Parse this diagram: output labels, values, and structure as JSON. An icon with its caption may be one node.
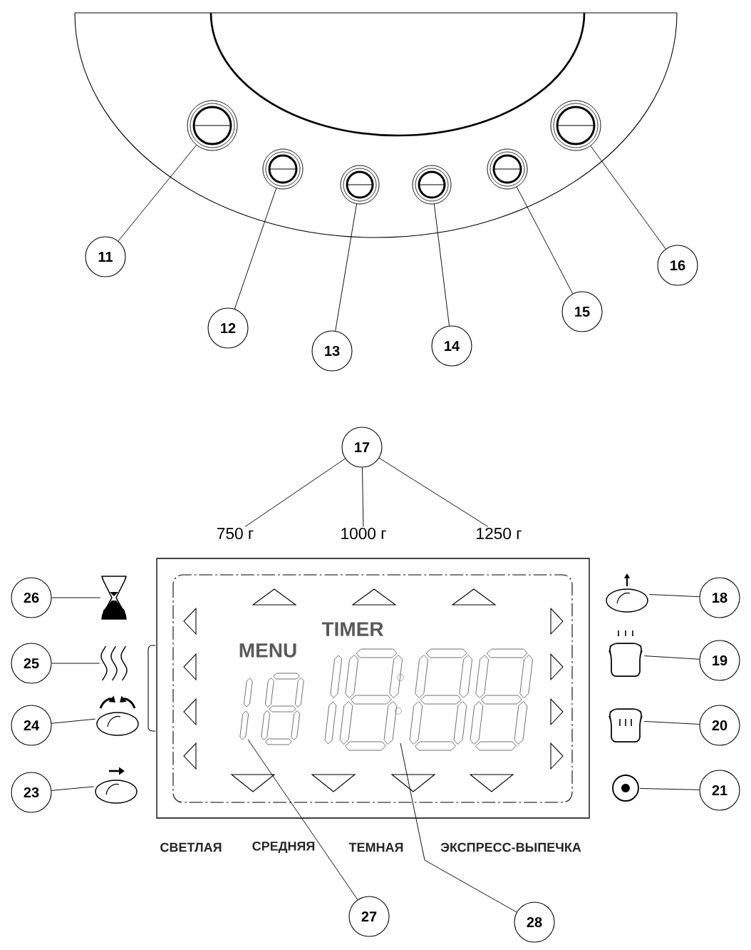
{
  "diagram": {
    "nodes": [
      {
        "text": [],
        "shape": "button"
      },
      {
        "text": [],
        "shape": "button"
      },
      {
        "text": [],
        "shape": "button"
      },
      {
        "text": [],
        "shape": "button"
      },
      {
        "text": [],
        "shape": "button"
      },
      {
        "text": [],
        "shape": "button"
      },
      {
        "text": [
          "11"
        ]
      },
      {
        "text": [
          "12"
        ]
      },
      {
        "text": [
          "13"
        ]
      },
      {
        "text": [
          "14"
        ]
      },
      {
        "text": [
          "15"
        ]
      },
      {
        "text": [
          "16"
        ]
      },
      {
        "text": [
          "17"
        ]
      },
      {
        "text": [
          "750 г"
        ]
      },
      {
        "text": [
          "1000 г"
        ]
      },
      {
        "text": [
          "1250 г"
        ]
      },
      {
        "text": [
          "26"
        ]
      },
      {
        "text": [],
        "shape": "hourglass"
      },
      {
        "text": [],
        "shape": "bread"
      },
      {
        "text": [
          "18"
        ]
      },
      {
        "text": [
          "25"
        ]
      },
      {
        "text": [],
        "shape": "steam"
      },
      {
        "text": [],
        "shape": "toast"
      },
      {
        "text": [
          "19"
        ]
      },
      {
        "text": [
          "24"
        ]
      },
      {
        "text": [],
        "shape": "bread"
      },
      {
        "text": [],
        "shape": "toast"
      },
      {
        "text": [
          "20"
        ]
      },
      {
        "text": [
          "23"
        ]
      },
      {
        "text": [],
        "shape": "bread"
      },
      {
        "text": [],
        "shape": "circle"
      },
      {
        "text": [
          "21"
        ]
      },
      {
        "text": [
          "27"
        ]
      },
      {
        "text": [
          "28"
        ]
      }
    ],
    "edges": [
      {
        "from": 6,
        "to": 0,
        "arrow": "none"
      },
      {
        "from": 7,
        "to": 1,
        "arrow": "none"
      },
      {
        "from": 8,
        "to": 2,
        "arrow": "none"
      },
      {
        "from": 9,
        "to": 3,
        "arrow": "none"
      },
      {
        "from": 10,
        "to": 4,
        "arrow": "none"
      },
      {
        "from": 11,
        "to": 5,
        "arrow": "none"
      },
      {
        "from": 12,
        "to": 13,
        "arrow": "none"
      },
      {
        "from": 12,
        "to": 14,
        "arrow": "none"
      },
      {
        "from": 12,
        "to": 15,
        "arrow": "none"
      },
      {
        "from": 16,
        "to": 17,
        "arrow": "none"
      },
      {
        "from": 19,
        "to": 18,
        "arrow": "none"
      },
      {
        "from": 20,
        "to": 21,
        "arrow": "none"
      },
      {
        "from": 23,
        "to": 22,
        "arrow": "none"
      },
      {
        "from": 24,
        "to": 25,
        "arrow": "none"
      },
      {
        "from": 27,
        "to": 26,
        "arrow": "none"
      },
      {
        "from": 28,
        "to": 29,
        "arrow": "none"
      },
      {
        "from": 31,
        "to": 30,
        "arrow": "none"
      },
      {
        "from": 32,
        "to": null,
        "arrow": "none"
      },
      {
        "from": 33,
        "to": null,
        "arrow": "none"
      }
    ],
    "labels": [
      "TIMER",
      "MENU",
      "СВЕТЛАЯ",
      "СРЕДНЯЯ",
      "ТЕМНАЯ",
      "ЭКСПРЕСС-ВЫПЕЧКА"
    ]
  }
}
